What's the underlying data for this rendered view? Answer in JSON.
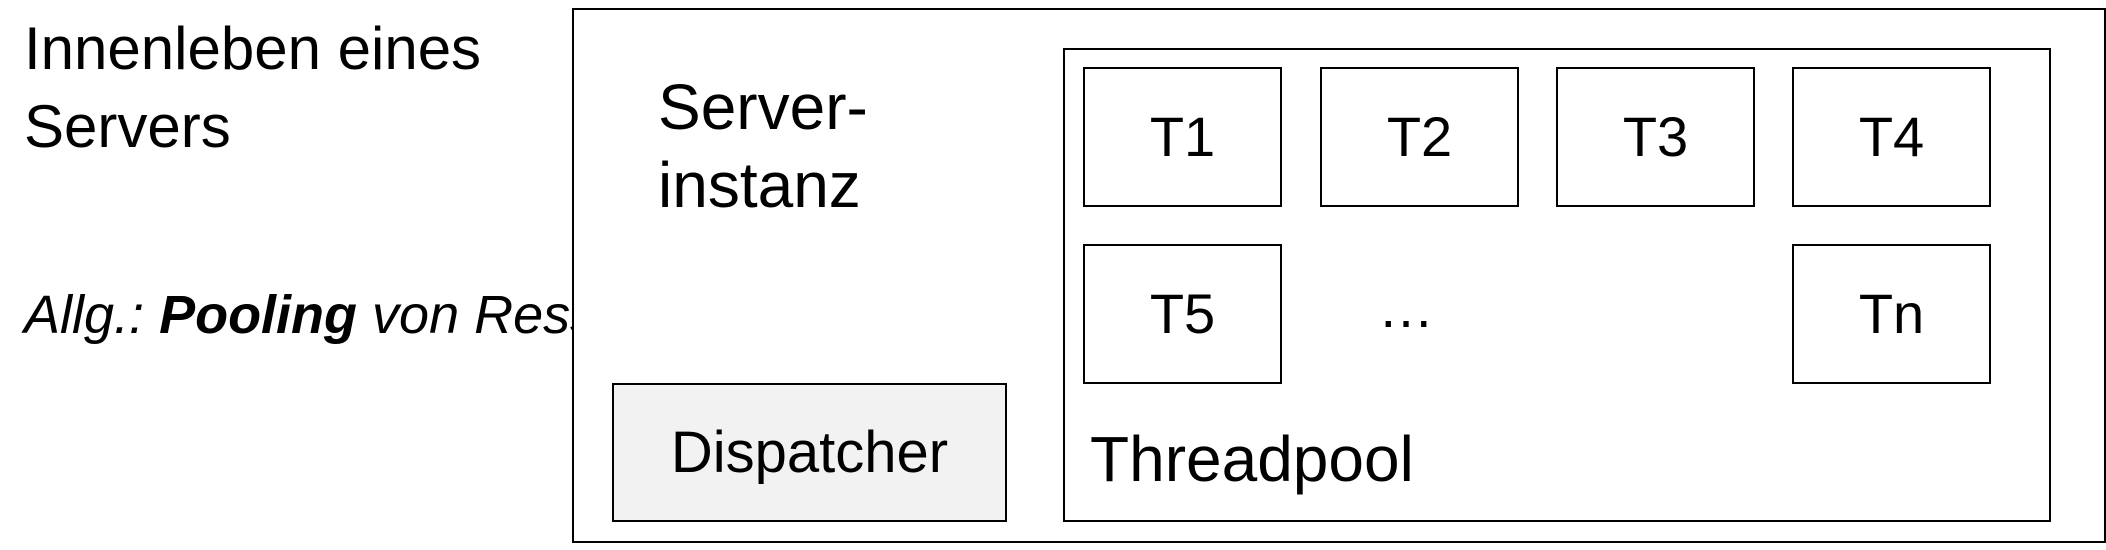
{
  "title": "Innenleben eines\nServers",
  "note": {
    "prefix": "Allg.: ",
    "emphasis": "Pooling",
    "rest": " von Ressourcen = Vorbereiten zur schnelleren Nutzung"
  },
  "server_instance": {
    "label": "Server-\ninstanz"
  },
  "dispatcher": {
    "label": "Dispatcher"
  },
  "threadpool": {
    "label": "Threadpool",
    "threads": [
      "T1",
      "T2",
      "T3",
      "T4",
      "T5",
      "Tn"
    ],
    "ellipsis": "…"
  }
}
